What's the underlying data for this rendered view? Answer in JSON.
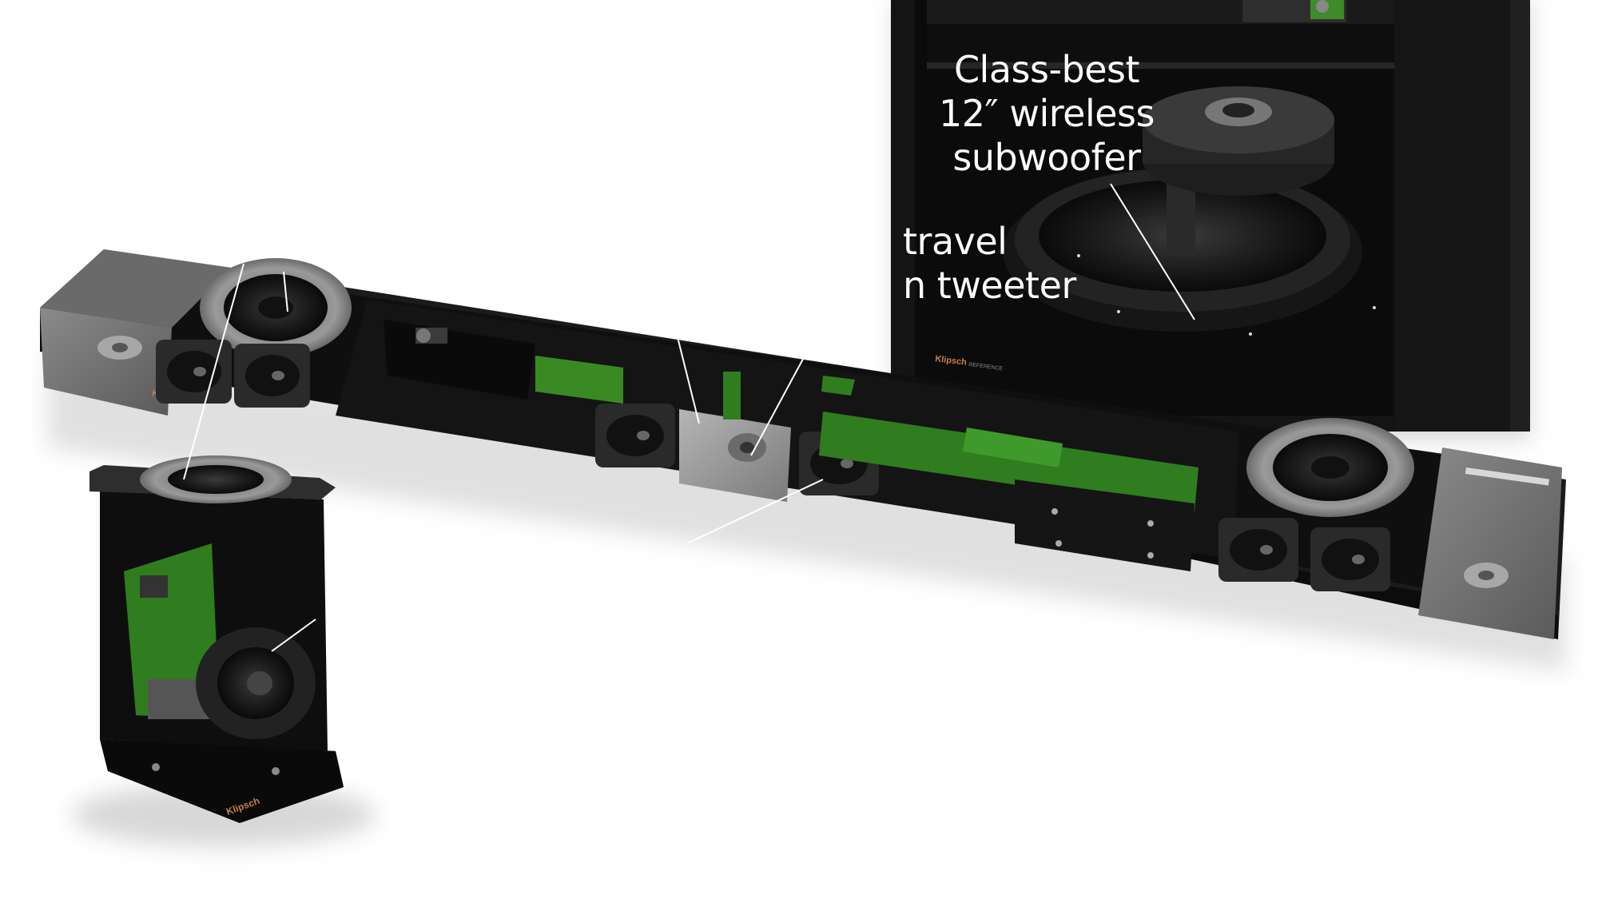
{
  "callouts": {
    "subwoofer": {
      "line1": "Class-best",
      "line2": "12″ wireless",
      "line3": "subwoofer"
    },
    "tweeter": {
      "line1": "travel",
      "line2": "n tweeter"
    }
  },
  "branding": {
    "logo": "Klipsch",
    "series": "REFERENCE"
  },
  "colors": {
    "background": "#ffffff",
    "cabinet": "#101010",
    "circuit_board": "#2f7d1f",
    "callout_text": "#ffffff",
    "logo_copper": "#c7804c"
  }
}
